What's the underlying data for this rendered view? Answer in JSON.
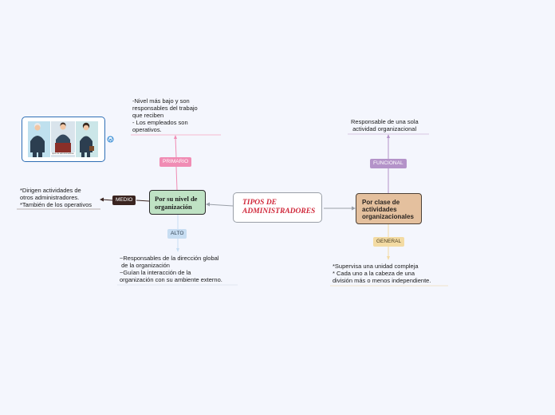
{
  "central": {
    "line1": "TIPOS DE",
    "line2": "ADMINISTRADORES"
  },
  "left_node": {
    "line1": "Por su nivel de",
    "line2": "organización"
  },
  "right_node": {
    "line1": "Por clase de",
    "line2": "actividades",
    "line3": "organizacionales"
  },
  "tags": {
    "primario": "PRIMARIO",
    "medio": "MEDIO",
    "alto": "ALTO",
    "funcional": "FUNCIONAL",
    "general": "GENERAL"
  },
  "notes": {
    "primario": "-Nivel más bajo y son\nresponsables del trabajo\nque reciben\n- Los empleados son\noperativos.",
    "medio": "*Dirigen actividades de\notros administradores.\n*También de los operativos",
    "alto": "~Responsables de la dirección global\n de la organización\n~Guían la interacción de la\norganización con su ambiente externo.",
    "funcional": "Responsable de una sola\n actividad organizacional",
    "general": "*Supervisa una unidad compleja\n* Cada uno a la cabeza de una\ndivisión más o menos independiente."
  },
  "image": {
    "caption": "tipos de administradores",
    "icon": "wordpress-icon"
  },
  "colors": {
    "central_text": "#d0283a",
    "left_node_bg": "#bfe2c4",
    "right_node_bg": "#e4c09e",
    "primario": "#f08cb4",
    "medio": "#3a2420",
    "alto": "#c7ddf2",
    "funcional": "#b493c9",
    "general": "#f3dba3"
  }
}
